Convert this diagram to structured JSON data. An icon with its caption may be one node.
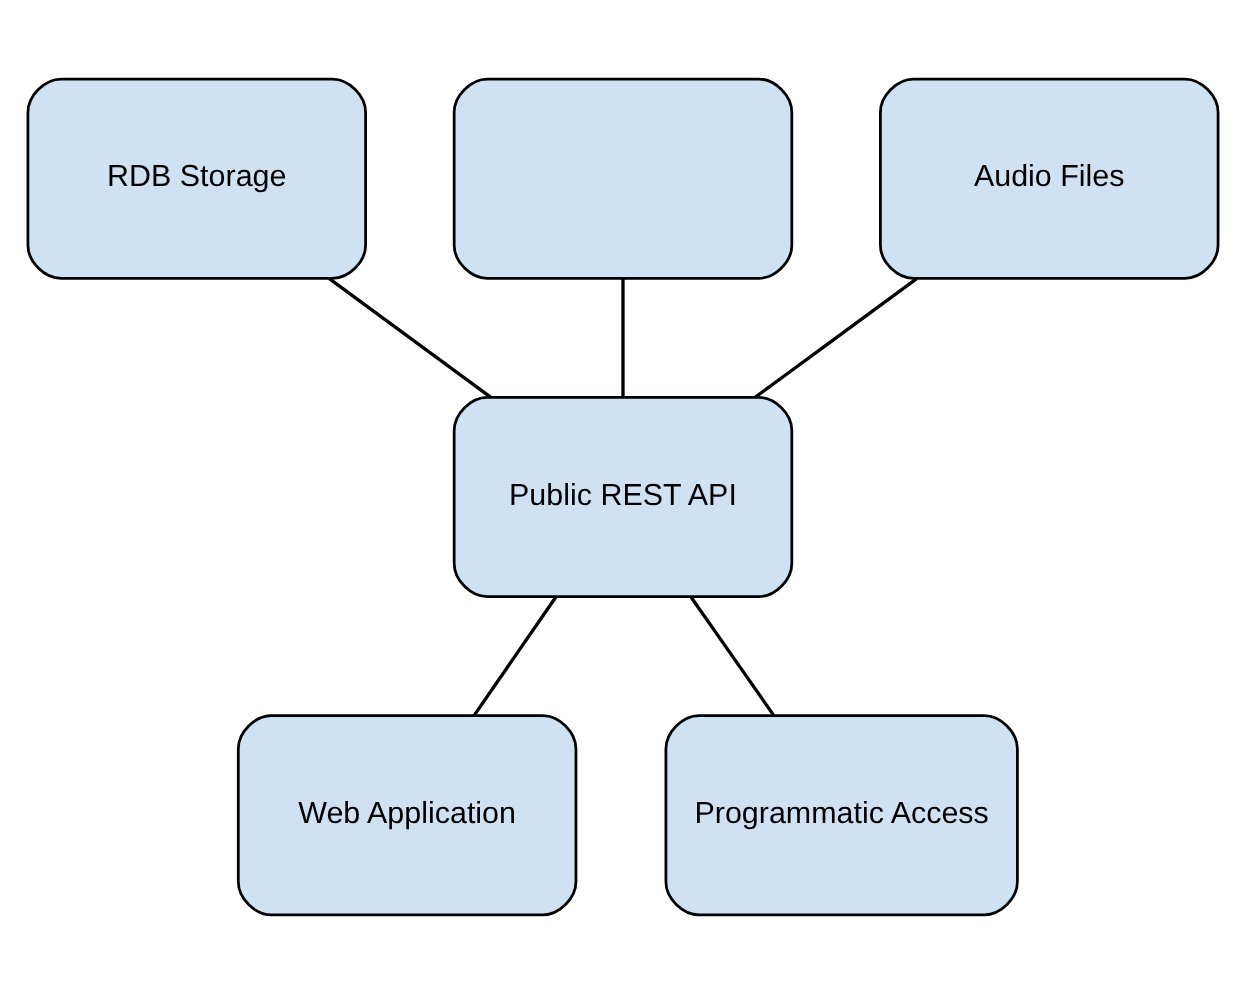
{
  "diagram": {
    "nodes": [
      {
        "text": [
          "RDB Storage"
        ]
      },
      {
        "text": [],
        "shape": "box"
      },
      {
        "text": [
          "Audio Files"
        ]
      },
      {
        "text": [
          "Public REST API"
        ]
      },
      {
        "text": [
          "Web Application"
        ]
      },
      {
        "text": [
          "Programmatic Access"
        ]
      }
    ],
    "edges": [
      {
        "from": 0,
        "to": 3,
        "arrow": "none"
      },
      {
        "from": 1,
        "to": 3,
        "arrow": "none"
      },
      {
        "from": 2,
        "to": 3,
        "arrow": "none"
      },
      {
        "from": 3,
        "to": 4,
        "arrow": "none"
      },
      {
        "from": 3,
        "to": 5,
        "arrow": "none"
      }
    ]
  }
}
